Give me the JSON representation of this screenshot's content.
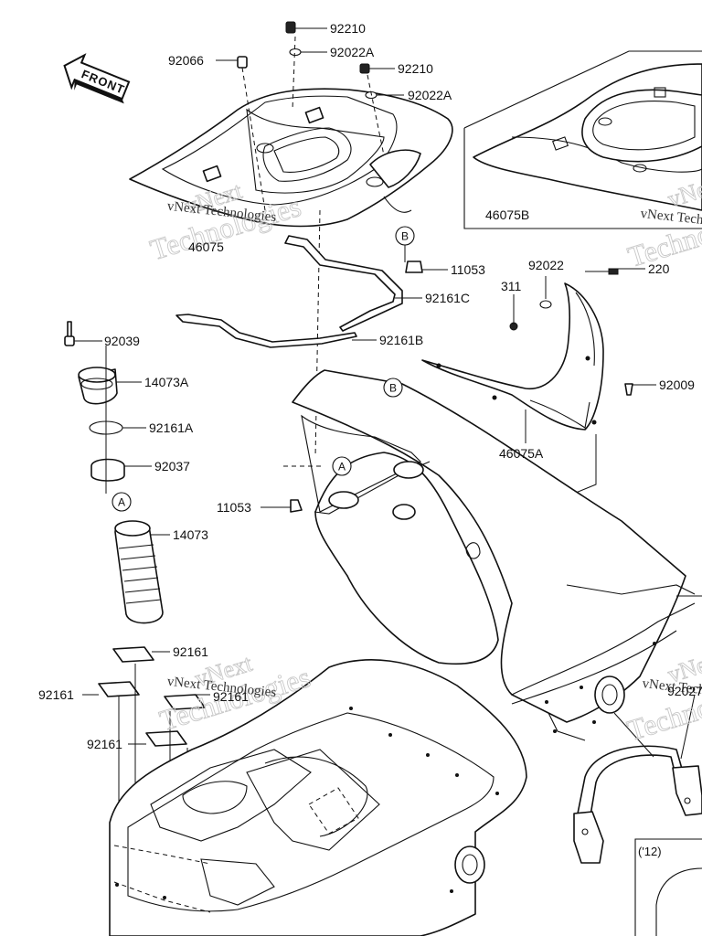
{
  "front_label": "FRONT",
  "watermark": {
    "brand": "vNext",
    "name": "Technologies",
    "small": "vNext Technologies"
  },
  "parts": {
    "p92210_top": "92210",
    "p92022A_top": "92022A",
    "p92066": "92066",
    "p92210_mid": "92210",
    "p92022A_mid": "92022A",
    "p46075B": "46075B",
    "p46075": "46075",
    "p11053_b": "11053",
    "p92022": "92022",
    "p220": "220",
    "p311": "311",
    "p92161C": "92161C",
    "p92039": "92039",
    "p92161B": "92161B",
    "p14073A": "14073A",
    "p92009": "92009",
    "p92161A": "92161A",
    "p46075A": "46075A",
    "p92037": "92037",
    "p11053_a": "11053",
    "p14073": "14073",
    "p92161_1": "92161",
    "p92161_2": "92161",
    "p92161_3": "92161",
    "p92161_4": "92161",
    "p92027": "92027"
  },
  "callouts": {
    "A": "A",
    "B": "B"
  },
  "year_note": "('12)"
}
